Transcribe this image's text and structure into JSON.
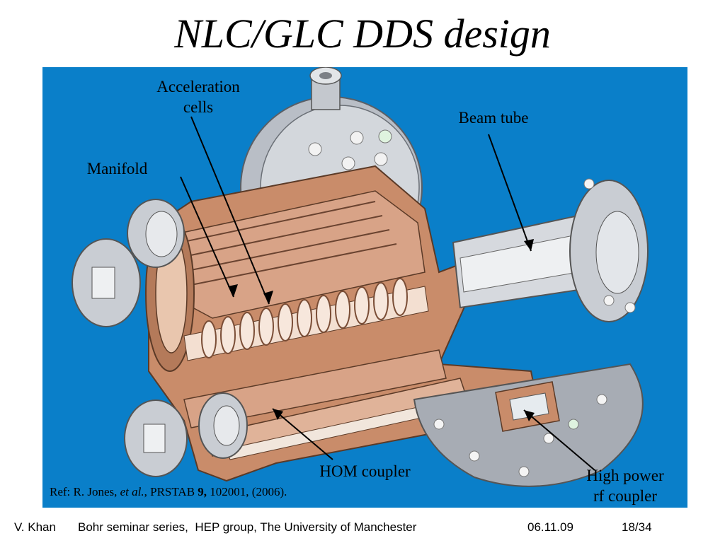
{
  "slide": {
    "title": "NLC/GLC DDS design",
    "labels": {
      "acceleration_cells": "Acceleration\ncells",
      "beam_tube": "Beam tube",
      "manifold": "Manifold",
      "hom_coupler": "HOM coupler",
      "high_power_rf_coupler": "High power\nrf coupler"
    },
    "reference": {
      "prefix": "Ref:  R. Jones, ",
      "et_al": "et al.",
      "journal": ", PRSTAB ",
      "volume": "9,",
      "rest": " 102001, (2006)."
    },
    "footer": {
      "author": "V. Khan",
      "event": "Bohr seminar series,  HEP group, The University of Manchester",
      "date": "06.11.09",
      "page": "18/34"
    },
    "colors": {
      "background": "#0a7fc9",
      "copper": "#c98c6a",
      "steel": "#c9cdd3"
    }
  }
}
